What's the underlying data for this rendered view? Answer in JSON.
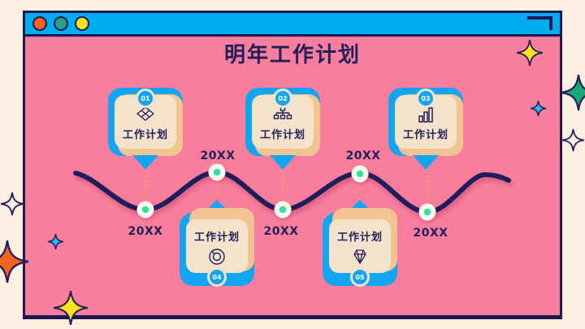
{
  "window": {
    "titlebar": {
      "traffic_lights": [
        {
          "name": "orange",
          "color": "#F4621B"
        },
        {
          "name": "teal",
          "color": "#27A186"
        },
        {
          "name": "yellow",
          "color": "#FFE21C"
        }
      ],
      "corner_decoration": "corner-bracket"
    }
  },
  "slide": {
    "title": "明年工作计划"
  },
  "timeline": {
    "years": [
      "20XX",
      "20XX",
      "20XX",
      "20XX",
      "20XX"
    ],
    "cards": [
      {
        "number": "01",
        "label": "工作计划",
        "icon": "layers-icon",
        "position": "top"
      },
      {
        "number": "02",
        "label": "工作计划",
        "icon": "org-chart-icon",
        "position": "top"
      },
      {
        "number": "03",
        "label": "工作计划",
        "icon": "bar-chart-icon",
        "position": "top"
      },
      {
        "number": "04",
        "label": "工作计划",
        "icon": "donut-chart-icon",
        "position": "bottom"
      },
      {
        "number": "05",
        "label": "工作计划",
        "icon": "gem-icon",
        "position": "bottom"
      }
    ]
  },
  "colors": {
    "outer_background": "#FDEEE2",
    "slide_background": "#F97E9D",
    "titlebar_blue": "#00ACF2",
    "accent_blue": "#12A5F2",
    "navy": "#221F5B",
    "card_cream": "#F4E2CA",
    "card_tan_shadow": "#F2C492",
    "node_green": "#2FE3A5",
    "dashed_orange": "#F5A948",
    "sparkle_yellow": "#FFE21C",
    "sparkle_green": "#1BA878",
    "sparkle_cyan": "#29BDF7",
    "sparkle_orange": "#F4641C"
  }
}
